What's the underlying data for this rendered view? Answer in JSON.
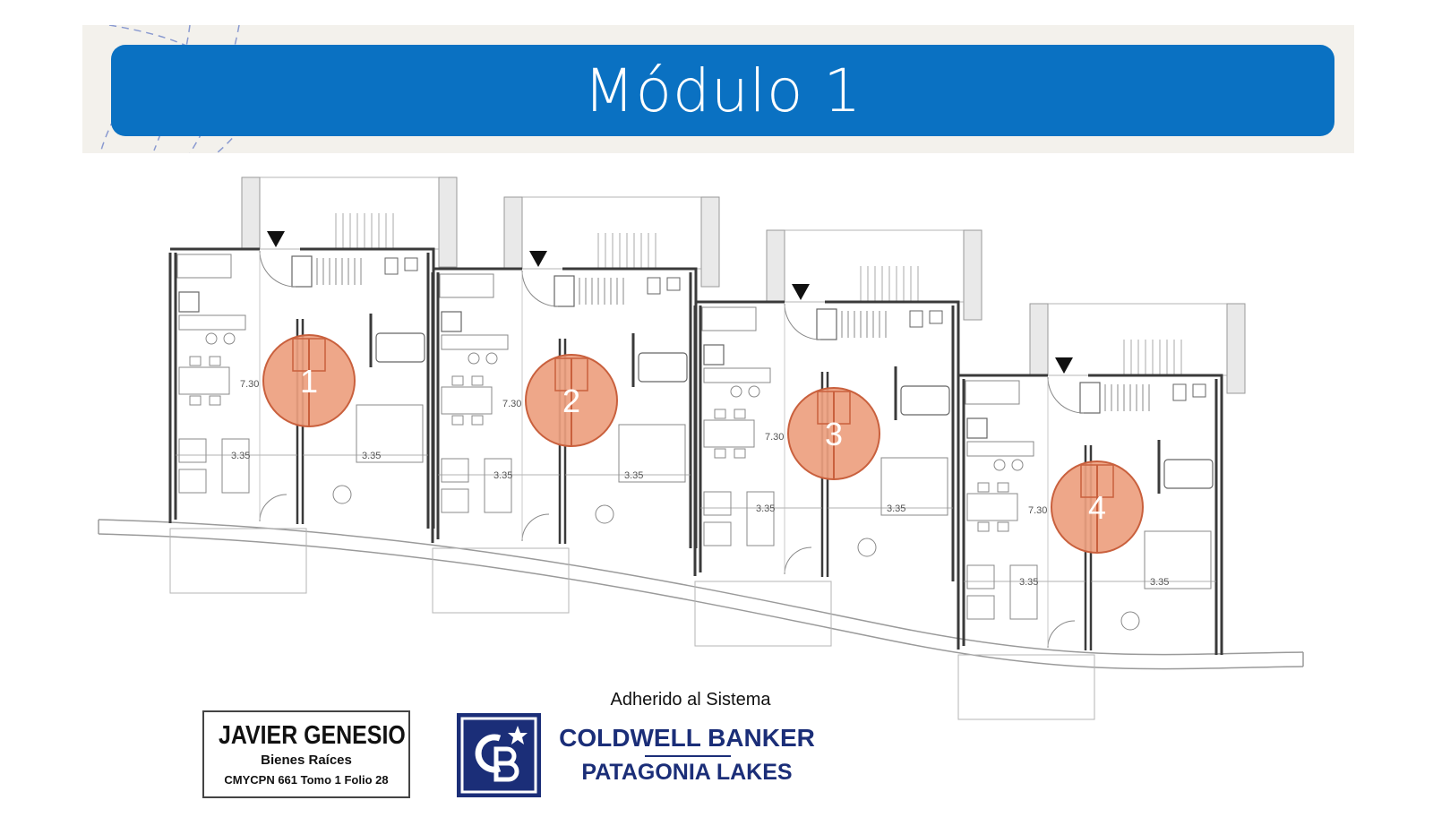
{
  "header": {
    "title": "Módulo 1"
  },
  "plan": {
    "units": [
      {
        "marker": "1",
        "dim_depth": "7.30",
        "dim_width_left": "3.35",
        "dim_width_right": "3.35"
      },
      {
        "marker": "2",
        "dim_depth": "7.30",
        "dim_width_left": "3.35",
        "dim_width_right": "3.35"
      },
      {
        "marker": "3",
        "dim_depth": "7.30",
        "dim_width_left": "3.35",
        "dim_width_right": "3.35"
      },
      {
        "marker": "4",
        "dim_depth": "7.30",
        "dim_width_left": "3.35",
        "dim_width_right": "3.35"
      }
    ],
    "colors": {
      "marker_fill": "#eda07f",
      "marker_stroke": "#c9603d",
      "wall": "#3a3a3a",
      "title_bar": "#0a71c2"
    }
  },
  "footer": {
    "agent_name": "JAVIER GENESIO",
    "agent_subtitle": "Bienes Raíces",
    "agent_registration": "CMYCPN 661 Tomo 1 Folio 28",
    "adherido": "Adherido al Sistema",
    "brand_line1": "COLDWELL BANKER",
    "brand_line2": "PATAGONIA LAKES",
    "brand_color": "#1b2e78"
  }
}
